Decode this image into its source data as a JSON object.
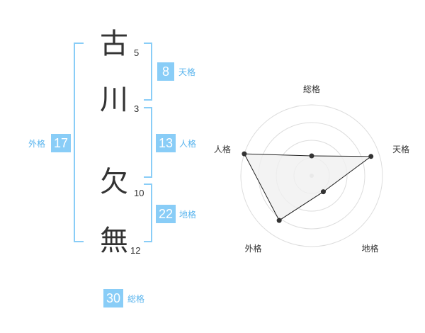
{
  "name": {
    "chars": [
      {
        "char": "古",
        "strokes": "5"
      },
      {
        "char": "川",
        "strokes": "3"
      },
      {
        "char": "欠",
        "strokes": "10"
      },
      {
        "char": "無",
        "strokes": "12"
      }
    ]
  },
  "kaku": {
    "tenkaku": {
      "value": "8",
      "label": "天格"
    },
    "jinkaku": {
      "value": "13",
      "label": "人格"
    },
    "chikaku": {
      "value": "22",
      "label": "地格"
    },
    "gaikaku": {
      "value": "17",
      "label": "外格"
    },
    "soukaku": {
      "value": "30",
      "label": "総格"
    }
  },
  "chart_data": {
    "type": "radar",
    "axes": [
      "総格",
      "天格",
      "地格",
      "外格",
      "人格"
    ],
    "values": [
      0.28,
      0.88,
      0.28,
      0.78,
      1.0
    ],
    "rings": 4,
    "colors": {
      "fill": "#f0f0f0",
      "line": "#222222",
      "grid": "#dddddd",
      "point": "#333333"
    }
  }
}
